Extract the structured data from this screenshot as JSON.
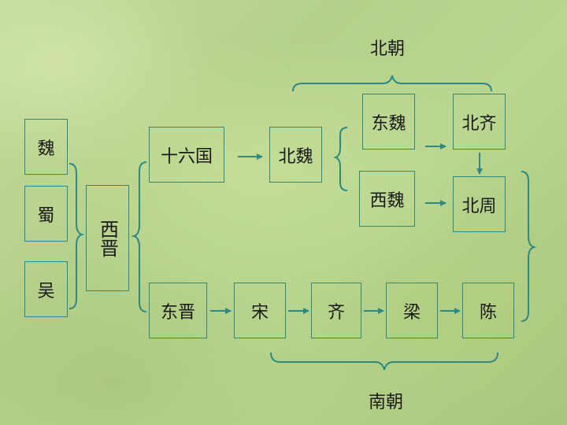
{
  "diagram": {
    "north_label": "北朝",
    "south_label": "南朝",
    "three_kingdoms": [
      "魏",
      "蜀",
      "吴"
    ],
    "western_jin": "西晋",
    "sixteen_kingdoms": "十六国",
    "northern_wei": "北魏",
    "eastern_wei": "东魏",
    "western_wei": "西魏",
    "northern_qi": "北齐",
    "northern_zhou": "北周",
    "southern": [
      "东晋",
      "宋",
      "齐",
      "梁",
      "陈"
    ]
  },
  "colors": {
    "line": "#2a8a86",
    "text": "#1a1a1a"
  }
}
